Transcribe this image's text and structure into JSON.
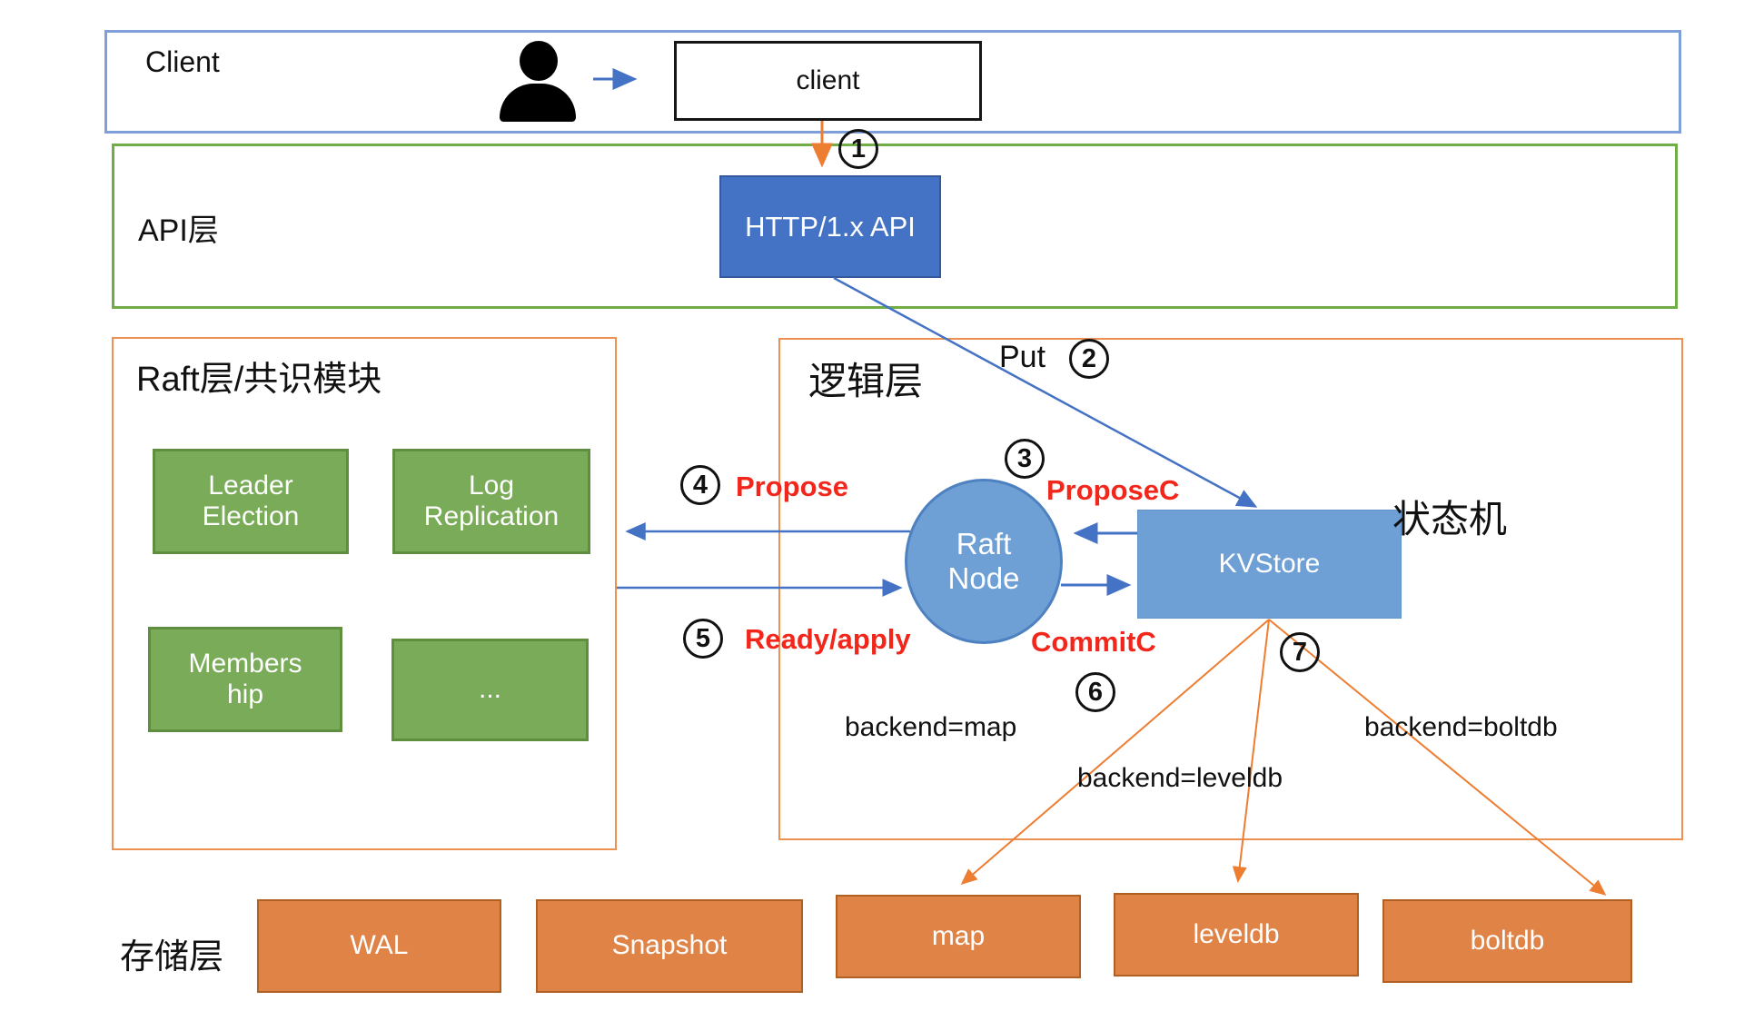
{
  "layers": {
    "client": {
      "label": "Client"
    },
    "api": {
      "label": "API层"
    },
    "raft": {
      "label": "Raft层/共识模块"
    },
    "logic": {
      "label": "逻辑层"
    },
    "storage": {
      "label": "存储层"
    }
  },
  "nodes": {
    "client_box": {
      "label": "client"
    },
    "http_api": {
      "label": "HTTP/1.x API"
    },
    "raft_node": {
      "line1": "Raft",
      "line2": "Node"
    },
    "kvstore": {
      "label": "KVStore"
    },
    "state_machine": {
      "label": "状态机"
    }
  },
  "raft_modules": [
    {
      "line1": "Leader",
      "line2": "Election"
    },
    {
      "line1": "Log",
      "line2": "Replication"
    },
    {
      "line1": "Members",
      "line2": "hip"
    },
    {
      "line1": "...",
      "line2": ""
    }
  ],
  "storage_boxes": [
    "WAL",
    "Snapshot",
    "map",
    "leveldb",
    "boltdb"
  ],
  "steps": [
    "1",
    "2",
    "3",
    "4",
    "5",
    "6",
    "7"
  ],
  "flow_labels": {
    "put": "Put",
    "propose": "Propose",
    "propose_c": "ProposeC",
    "ready_apply": "Ready/apply",
    "commit_c": "CommitC"
  },
  "backend_labels": {
    "map": "backend=map",
    "leveldb": "backend=leveldb",
    "boltdb": "backend=boltdb"
  },
  "colors": {
    "accent_blue": "#4472c4",
    "mid_blue": "#6fa0d5",
    "green": "#79ab58",
    "orange": "#df8346",
    "container_orange": "#ed9153",
    "red_label": "#f3261b"
  }
}
